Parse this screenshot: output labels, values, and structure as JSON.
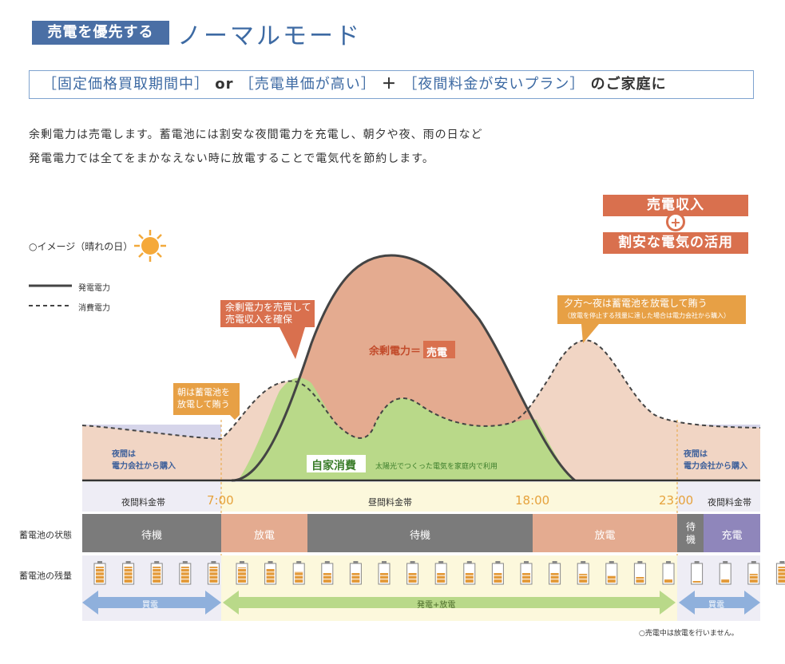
{
  "header": {
    "badge": "売電を優先する",
    "title": "ノーマルモード"
  },
  "target": {
    "part1": "［固定価格買取期間中］",
    "or": " or ",
    "part2": "［売電単価が高い］",
    "plus": " ＋ ",
    "part3": "［夜間料金が安いプラン］",
    "suffix": " のご家庭に"
  },
  "intro": {
    "line1": "余剰電力は売電します。蓄電池には割安な夜間電力を充電し、朝夕や夜、雨の日など",
    "line2": "発電電力では全てをまかなえない時に放電することで電気代を節約します。"
  },
  "badges": {
    "top": "売電収入",
    "bottom": "割安な電気の活用",
    "plus": "+"
  },
  "legend": {
    "image_note": "○イメージ（晴れの日）",
    "generation": "発電電力",
    "consumption": "消費電力"
  },
  "callouts": {
    "morning": [
      "朝は蓄電池を",
      "放電して賄う"
    ],
    "sell": [
      "余剰電力を売買して",
      "売電収入を確保"
    ],
    "evening": [
      "夕方～夜は蓄電池を放電して賄う",
      "（放電を停止する残量に達した場合は電力会社から購入）"
    ]
  },
  "areas": {
    "surplus": "余剰電力＝",
    "sell": "売電",
    "self_use": "自家消費",
    "self_use_note": "太陽光でつくった電気を家庭内で利用",
    "night_left": [
      "夜間は",
      "電力会社から購入"
    ],
    "night_right": [
      "夜間は",
      "電力会社から購入"
    ]
  },
  "timeline": {
    "night_band_left": "夜間料金帯",
    "day_band": "昼間料金帯",
    "night_band_right": "夜間料金帯",
    "t1": "7:00",
    "t2": "18:00",
    "t3": "23:00"
  },
  "battery_state": {
    "label": "蓄電池の状態",
    "cells": [
      "待機",
      "放電",
      "待機",
      "放電",
      "待機",
      "充電"
    ]
  },
  "battery_level": {
    "label": "蓄電池の残量",
    "levels": [
      0.9,
      0.9,
      0.9,
      0.9,
      0.9,
      0.85,
      0.75,
      0.65,
      0.55,
      0.55,
      0.55,
      0.55,
      0.55,
      0.55,
      0.55,
      0.55,
      0.55,
      0.5,
      0.4,
      0.3,
      0.2,
      0.1,
      0.2,
      0.5,
      0.9
    ]
  },
  "arrows": {
    "left": "買電",
    "middle": "発電+放電",
    "right": "買電"
  },
  "footnote": "○売電中は放電を行いません。",
  "colors": {
    "blue": "#4a6fa5",
    "orange": "#d9704e",
    "green": "#b9d989",
    "salmon": "#e4ab90",
    "night": "#d6d5ea",
    "day": "#fcf8dc",
    "gray": "#7b7b7b",
    "purple": "#8f86bb"
  }
}
